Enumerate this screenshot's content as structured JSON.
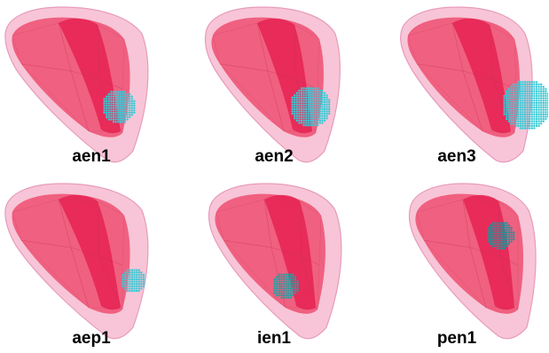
{
  "panels": [
    {
      "label": "aen1",
      "cluster": {
        "size": "small",
        "color": "#3cc8d4"
      }
    },
    {
      "label": "aen2",
      "cluster": {
        "size": "medium",
        "color": "#3cc8d4"
      }
    },
    {
      "label": "aen3",
      "cluster": {
        "size": "large",
        "color": "#3cc8d4"
      }
    },
    {
      "label": "aep1",
      "cluster": {
        "size": "small",
        "color": "#3cc8d4"
      }
    },
    {
      "label": "ien1",
      "cluster": {
        "size": "small",
        "color": "#2a9ea0"
      }
    },
    {
      "label": "pen1",
      "cluster": {
        "size": "small",
        "color": "#2e8e96"
      }
    }
  ],
  "colors": {
    "outer_wall": "#f6bfd3",
    "outer_edge": "#e79bbb",
    "cavity": "#ee4d71",
    "inner_band": "#e61e4f",
    "mesh": "#c23058"
  }
}
